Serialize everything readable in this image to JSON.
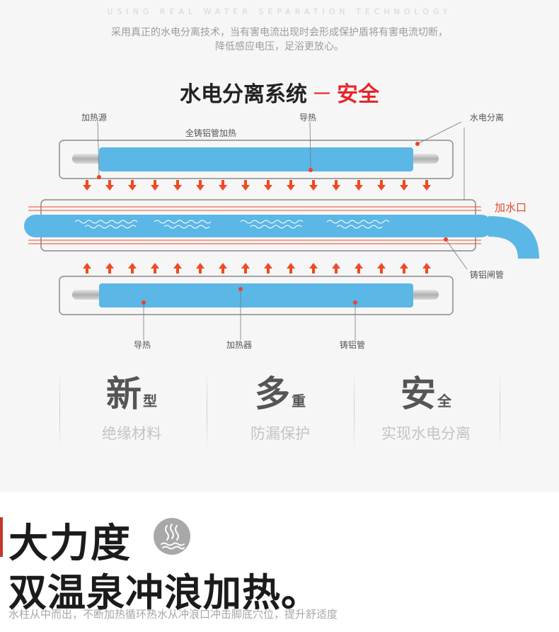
{
  "header": {
    "en_tagline": "USING REAL WATER SEPARATION TECHNOLOGY",
    "intro_line1": "采用真正的水电分离技术，当有害电流出现时会形成保护盾将有害电流切断，",
    "intro_line2": "降低感应电压，足浴更放心。",
    "title_main": "水电分离系统",
    "title_dash": "－",
    "title_accent": "安全"
  },
  "diagram": {
    "labels": {
      "heat_source": "加热源",
      "full_cast_aluminum": "全铸铝管加热",
      "heat_conduct_top": "导热",
      "water_electric_sep": "水电分离",
      "water_inlet": "加水口",
      "cast_aluminum_gate": "铸铝闸管",
      "heat_conduct_bottom": "导热",
      "heater": "加热器",
      "cast_aluminum_tube": "铸铝管"
    },
    "colors": {
      "water_blue": "#5bb7e6",
      "arrow_red": "#ef4a25",
      "dot_red": "#e8452a",
      "rod_gray": "#bdbdbd"
    }
  },
  "features": [
    {
      "big": "新",
      "small": "型",
      "sub": "绝缘材料"
    },
    {
      "big": "多",
      "small": "重",
      "sub": "防漏保护"
    },
    {
      "big": "安",
      "small": "全",
      "sub": "实现水电分离"
    }
  ],
  "section2": {
    "heading1": "大力度",
    "heading2": "双温泉冲浪加热。",
    "icon": "wave-heat-icon",
    "description": "水柱从中而出，不断加热循环热水从冲浪口冲击脚底穴位，提升舒适度"
  }
}
